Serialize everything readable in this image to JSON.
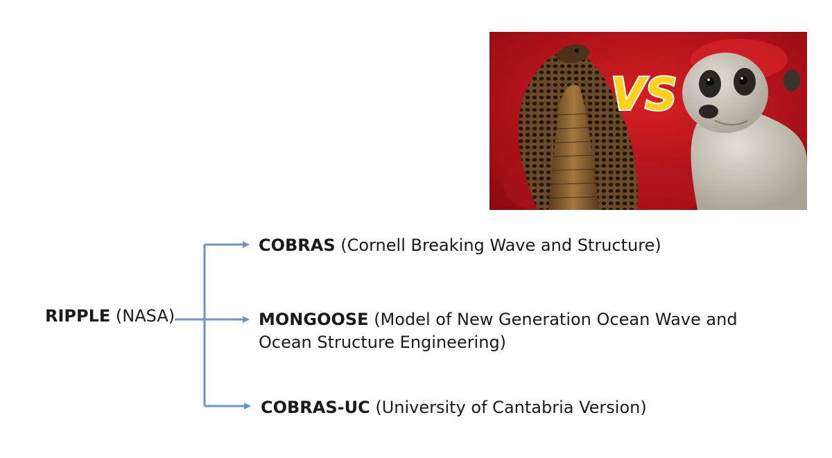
{
  "photo": {
    "overlay_text": "VS",
    "left_subject": "cobra",
    "right_subject": "meerkat",
    "colors": {
      "background": "#c0121a",
      "vs_fill": "#ffd11a",
      "vs_outline": "#ffffff"
    }
  },
  "diagram": {
    "root": {
      "name": "RIPPLE",
      "detail": "(NASA)"
    },
    "children": [
      {
        "name": "COBRAS",
        "detail": "(Cornell Breaking Wave and Structure)"
      },
      {
        "name": "MONGOOSE",
        "detail": "(Model of New Generation Ocean Wave and",
        "detail_line2": "Ocean Structure Engineering)"
      },
      {
        "name": "COBRAS-UC",
        "detail": "(University of Cantabria Version)"
      }
    ],
    "arrow_color": "#6f93c9"
  }
}
